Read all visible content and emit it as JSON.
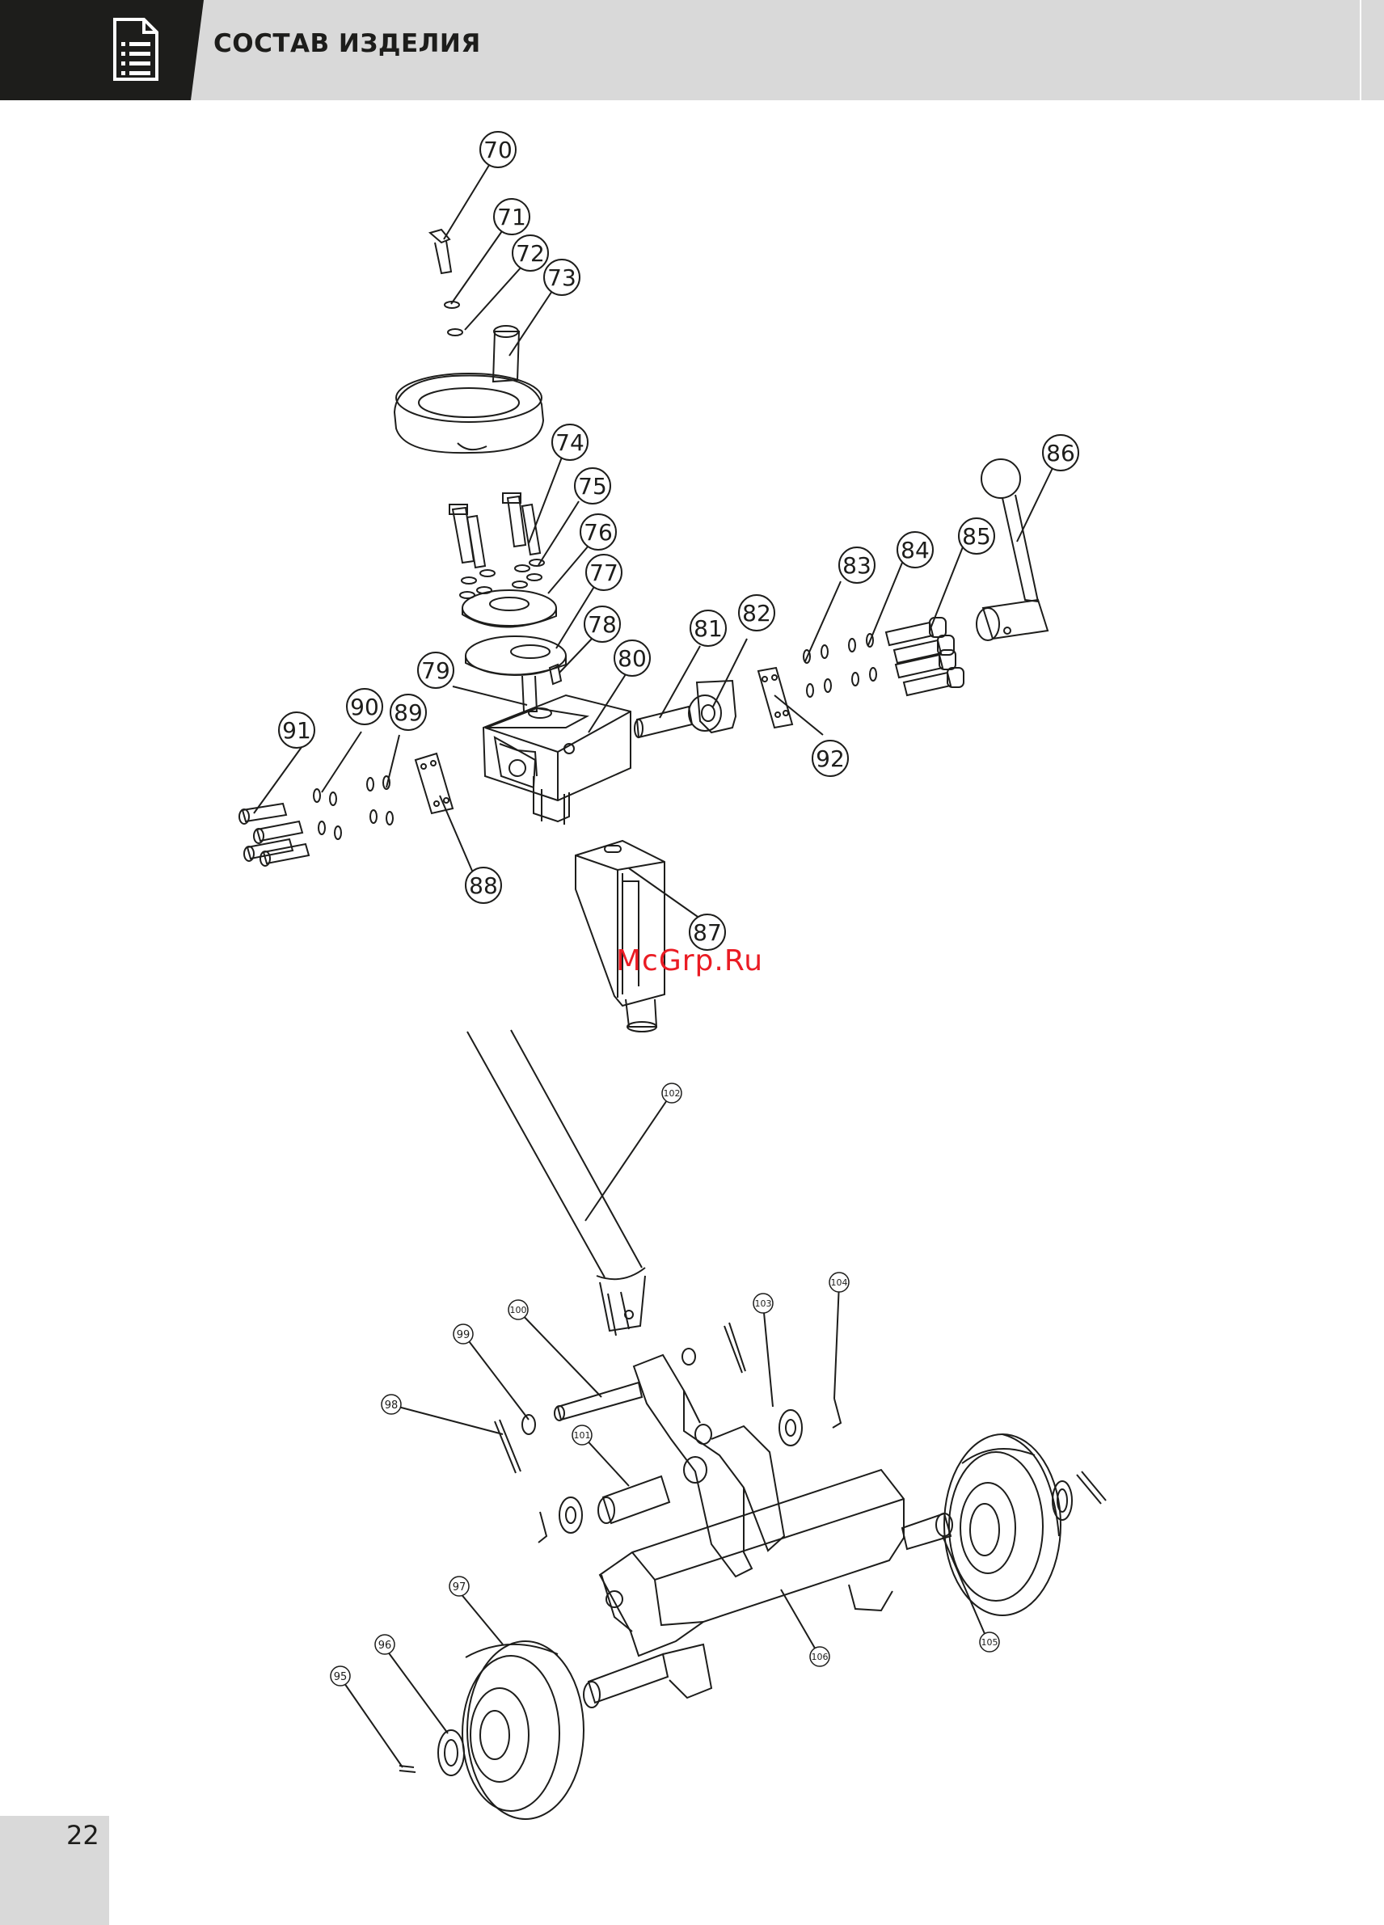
{
  "header": {
    "title": "СОСТАВ ИЗДЕЛИЯ",
    "icon": "document-list-icon"
  },
  "page": {
    "number": "22"
  },
  "watermark": {
    "text": "McGrp.Ru"
  },
  "callouts": [
    {
      "id": "70",
      "label": "70"
    },
    {
      "id": "71",
      "label": "71"
    },
    {
      "id": "72",
      "label": "72"
    },
    {
      "id": "73",
      "label": "73"
    },
    {
      "id": "74",
      "label": "74"
    },
    {
      "id": "75",
      "label": "75"
    },
    {
      "id": "76",
      "label": "76"
    },
    {
      "id": "77",
      "label": "77"
    },
    {
      "id": "78",
      "label": "78"
    },
    {
      "id": "79",
      "label": "79"
    },
    {
      "id": "80",
      "label": "80"
    },
    {
      "id": "81",
      "label": "81"
    },
    {
      "id": "82",
      "label": "82"
    },
    {
      "id": "83",
      "label": "83"
    },
    {
      "id": "84",
      "label": "84"
    },
    {
      "id": "85",
      "label": "85"
    },
    {
      "id": "86",
      "label": "86"
    },
    {
      "id": "87",
      "label": "87"
    },
    {
      "id": "88",
      "label": "88"
    },
    {
      "id": "89",
      "label": "89"
    },
    {
      "id": "90",
      "label": "90"
    },
    {
      "id": "91",
      "label": "91"
    },
    {
      "id": "92",
      "label": "92"
    },
    {
      "id": "95",
      "label": "95"
    },
    {
      "id": "96",
      "label": "96"
    },
    {
      "id": "97",
      "label": "97"
    },
    {
      "id": "98",
      "label": "98"
    },
    {
      "id": "99",
      "label": "99"
    },
    {
      "id": "100",
      "label": "100"
    },
    {
      "id": "101",
      "label": "101"
    },
    {
      "id": "102",
      "label": "102"
    },
    {
      "id": "103",
      "label": "103"
    },
    {
      "id": "104",
      "label": "104"
    },
    {
      "id": "105",
      "label": "105"
    },
    {
      "id": "106",
      "label": "106"
    }
  ]
}
